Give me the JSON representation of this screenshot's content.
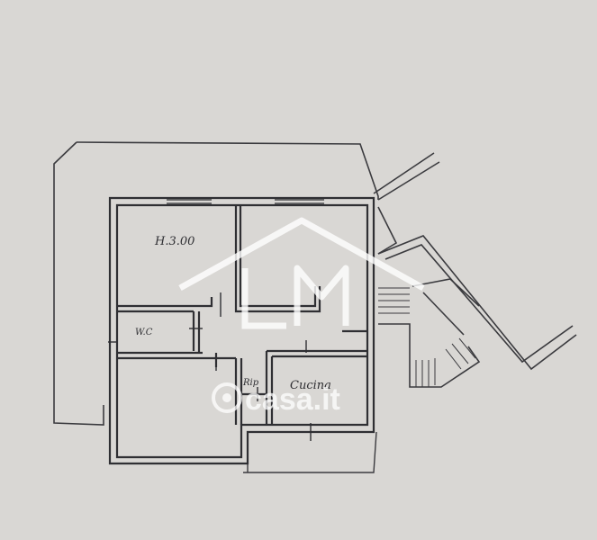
{
  "room_labels": {
    "room_top_left": "H.3.00",
    "wc": "W.C",
    "rip": "Rip",
    "kitchen": "Cucina"
  },
  "watermarks": {
    "logo_letters": "LM",
    "site": "casa.it"
  },
  "colors": {
    "paper": "#d9d7d4",
    "ink": "#2f2f33"
  }
}
